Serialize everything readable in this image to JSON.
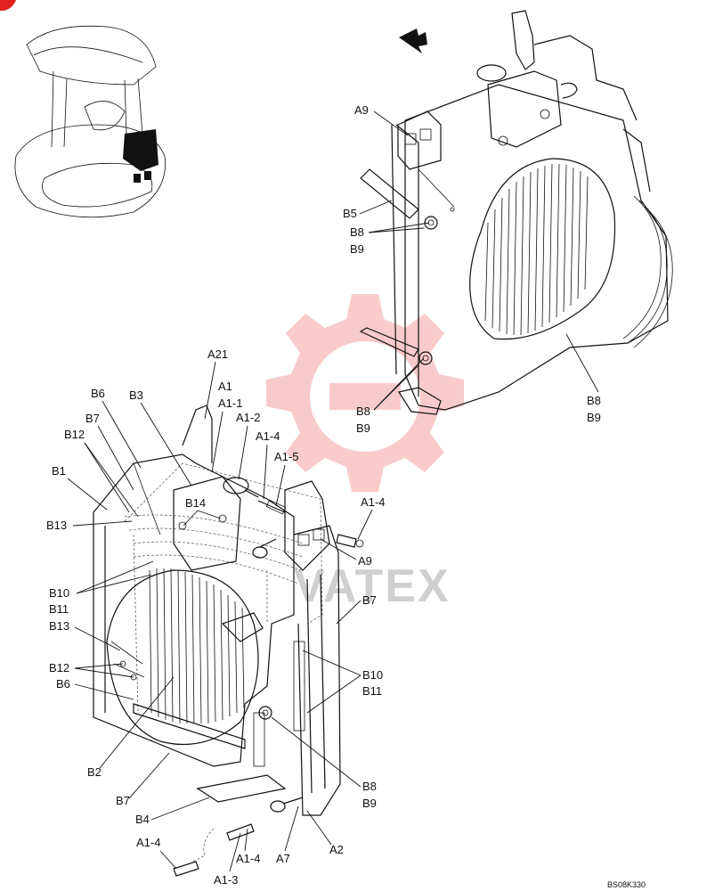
{
  "watermark": {
    "text": "VATEX",
    "color": "#f28c8c"
  },
  "drawing_code": "BS08K330",
  "upper_labels": {
    "A9": "A9",
    "B5": "B5",
    "B8": "B8",
    "B9": "B9",
    "B8_low": "B8",
    "B9_low": "B9",
    "B8_right": "B8",
    "B9_right": "B9"
  },
  "lower_labels": {
    "A21": "A21",
    "A1": "A1",
    "A1_1": "A1-1",
    "A1_2": "A1-2",
    "A1_4a": "A1-4",
    "A1_5": "A1-5",
    "B6": "B6",
    "B3": "B3",
    "B7": "B7",
    "B12": "B12",
    "B1": "B1",
    "B13": "B13",
    "B14": "B14",
    "A1_4b": "A1-4",
    "A9": "A9",
    "B10": "B10",
    "B11": "B11",
    "B13b": "B13",
    "B12b": "B12",
    "B6b": "B6",
    "B7r": "B7",
    "B10r": "B10",
    "B11r": "B11",
    "B2": "B2",
    "B7b": "B7",
    "B8": "B8",
    "B9": "B9",
    "B4": "B4",
    "A1_4c": "A1-4",
    "A1_4d": "A1-4",
    "A1_3": "A1-3",
    "A7": "A7",
    "A2": "A2"
  }
}
